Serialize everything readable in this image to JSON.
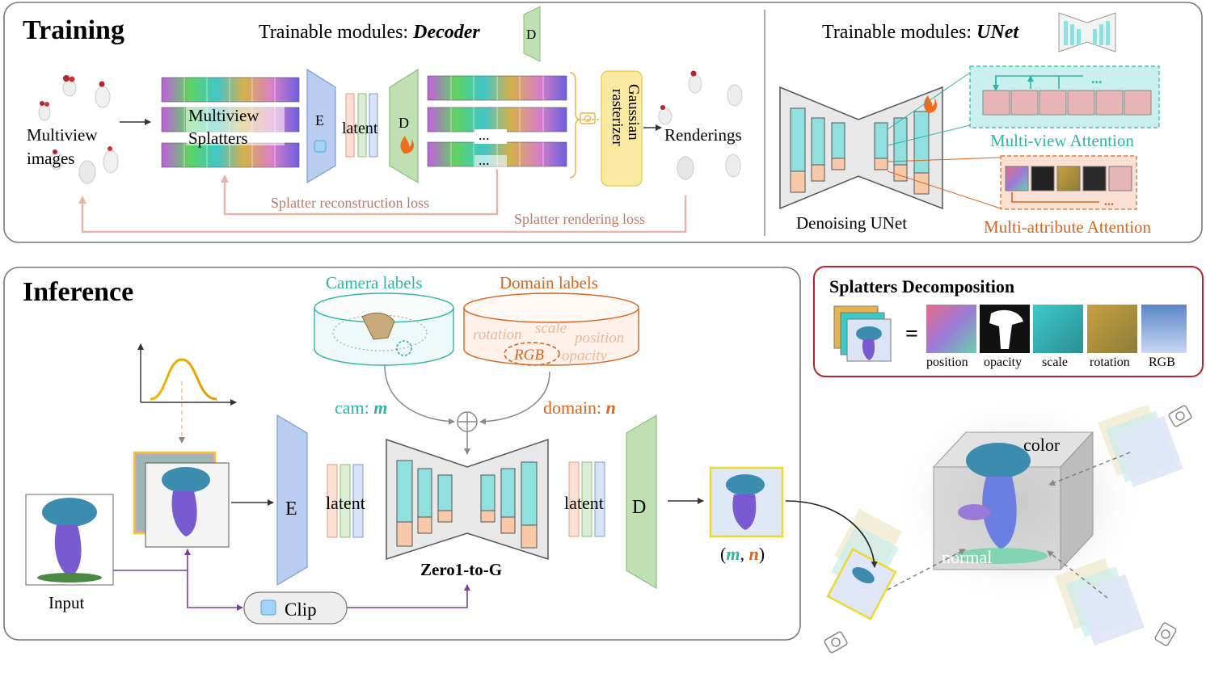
{
  "training": {
    "title": "Training",
    "trainable_decoder_prefix": "Trainable modules: ",
    "trainable_decoder_name": "Decoder",
    "decoder_icon_label": "D",
    "multiview_images_line1": "Multiview",
    "multiview_images_line2": "images",
    "multiview_splatters_line1": "Multiview",
    "multiview_splatters_line2": "Splatters",
    "encoder_label": "E",
    "latent_label": "latent",
    "decoder_label": "D",
    "ellipsis": "...",
    "rasterizer_line1": "Gaussian",
    "rasterizer_line2": "rasterizer",
    "renderings": "Renderings",
    "splatter_reconstruction_loss": "Splatter reconstruction loss",
    "splatter_rendering_loss": "Splatter rendering loss",
    "trainable_unet_prefix": "Trainable modules: ",
    "trainable_unet_name": "UNet",
    "denoising_unet": "Denoising UNet",
    "multiview_attention": "Multi-view Attention",
    "multiattribute_attention": "Multi-attribute Attention"
  },
  "inference": {
    "title": "Inference",
    "camera_labels": "Camera labels",
    "domain_labels": "Domain labels",
    "domain_words": [
      "rotation",
      "scale",
      "position",
      "RGB",
      "opacity"
    ],
    "cam_prefix": "cam: ",
    "cam_var": "m",
    "domain_prefix": "domain: ",
    "domain_var": "n",
    "encoder_label": "E",
    "latent_label_left": "latent",
    "latent_label_right": "latent",
    "decoder_label": "D",
    "model_name": "Zero1-to-G",
    "output_open": "(",
    "output_m": "m",
    "output_comma": ", ",
    "output_n": "n",
    "output_close": ")",
    "input_label": "Input",
    "clip_label": "Clip"
  },
  "decomposition": {
    "title": "Splatters Decomposition",
    "equals": "=",
    "labels": [
      "position",
      "opacity",
      "scale",
      "rotation",
      "RGB"
    ]
  },
  "cube": {
    "color_label": "color",
    "normal_label": "normal"
  },
  "colors": {
    "teal": "#2bb5a8",
    "orange": "#d5651e",
    "pink_loss": "#e8b4a8",
    "purple": "#7b3f9e",
    "encoder_blue": "#b8cdef",
    "decoder_green": "#bfe0b2",
    "rasterizer_yellow": "#fbe9a0",
    "decomp_border": "#b8232a"
  }
}
